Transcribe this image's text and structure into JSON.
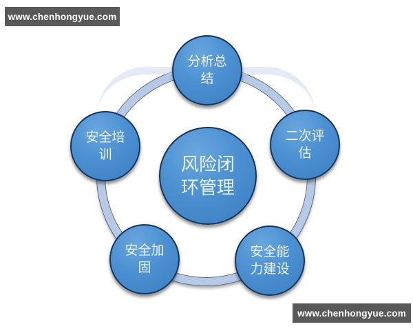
{
  "watermarks": {
    "top_left": {
      "text": "www.chenhongyue.com"
    },
    "bottom_right": {
      "text": "www.chenhongyue.com"
    },
    "bg_color": "#595959",
    "text_color": "#ffffff"
  },
  "diagram": {
    "type": "cycle-diagram",
    "center_node": {
      "label": "风险闭\n环管理"
    },
    "nodes": [
      {
        "position": "top",
        "label": "分析总\n结"
      },
      {
        "position": "right",
        "label": "二次评\n估"
      },
      {
        "position": "bottom-right",
        "label": "安全能\n力建设"
      },
      {
        "position": "bottom-left",
        "label": "安全加\n固"
      },
      {
        "position": "left",
        "label": "安全培\n训"
      }
    ],
    "colors": {
      "node_fill_highlight": "#6aa6df",
      "node_fill": "#4b90d2",
      "node_fill_shade": "#3d7fc1",
      "node_border": "#16355c",
      "ring": "#b6c9e6",
      "ring_border": "#55617a",
      "label_text": "#eef4fb"
    }
  }
}
